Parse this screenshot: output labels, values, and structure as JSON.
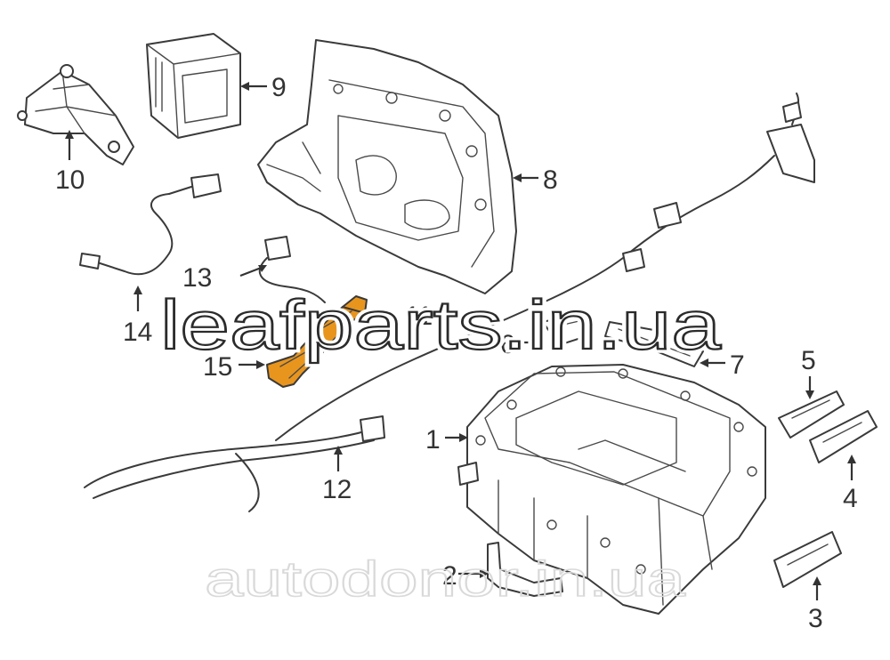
{
  "diagram": {
    "part_labels": {
      "p1": "1",
      "p2": "2",
      "p3": "3",
      "p4": "4",
      "p5": "5",
      "p6": "6",
      "p7": "7",
      "p8": "8",
      "p9": "9",
      "p10": "10",
      "p11": "11",
      "p12": "12",
      "p13": "13",
      "p14": "14",
      "p15": "15"
    },
    "highlight_color": "#E8951E"
  },
  "watermarks": {
    "primary": "leafparts.in.ua",
    "secondary": "autodonor.in.ua"
  }
}
